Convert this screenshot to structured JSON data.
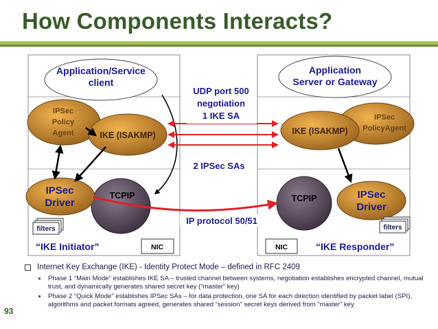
{
  "slide": {
    "title": "How Components Interacts?",
    "page_number": "93"
  },
  "diagram": {
    "initiator": {
      "app": [
        "Application/Service",
        "client"
      ],
      "policy_agent": [
        "IPSec",
        "Policy",
        "Agent"
      ],
      "ike": "IKE (ISAKMP)",
      "driver": [
        "IPSec",
        "Driver"
      ],
      "tcpip": "TCPIP",
      "filters": "filters",
      "nic": "NIC",
      "role": "“IKE Initiator”"
    },
    "responder": {
      "app": [
        "Application",
        "Server or Gateway"
      ],
      "policy_agent": [
        "IPSec",
        "PolicyAgent"
      ],
      "ike": "IKE (ISAKMP)",
      "driver": [
        "IPSec",
        "Driver"
      ],
      "tcpip": "TCPIP",
      "filters": "filters",
      "nic": "NIC",
      "role": "“IKE Responder”"
    },
    "labels": {
      "udp": [
        "UDP port 500",
        "negotiation",
        "1 IKE SA"
      ],
      "ipsec_sas": "2 IPSec SAs",
      "ip_protocol": "IP protocol 50/51"
    },
    "colors": {
      "title": "#3a5a2c",
      "label_blue": "#1a1a8c",
      "arrow_red": "#e0202a",
      "oval_orange": "#c0802a",
      "oval_gray": "#5a4a5a"
    }
  },
  "bullets": {
    "main": "Internet Key Exchange (IKE) - Identity Protect Mode – defined in RFC 2409",
    "sub": [
      "Phase 1 “Main Mode” establishes IKE SA – trusted channel between systems, negotiation establishes encrypted channel, mutual trust, and dynamically generates shared secret key (“master” key)",
      "Phase 2 “Quick Mode” establishes IPSec SAs – for data protection, one SA for each direction identified by packet label (SPI), algorithms and packet formats agreed, generates shared “session” secret keys derived from “master” key"
    ]
  }
}
